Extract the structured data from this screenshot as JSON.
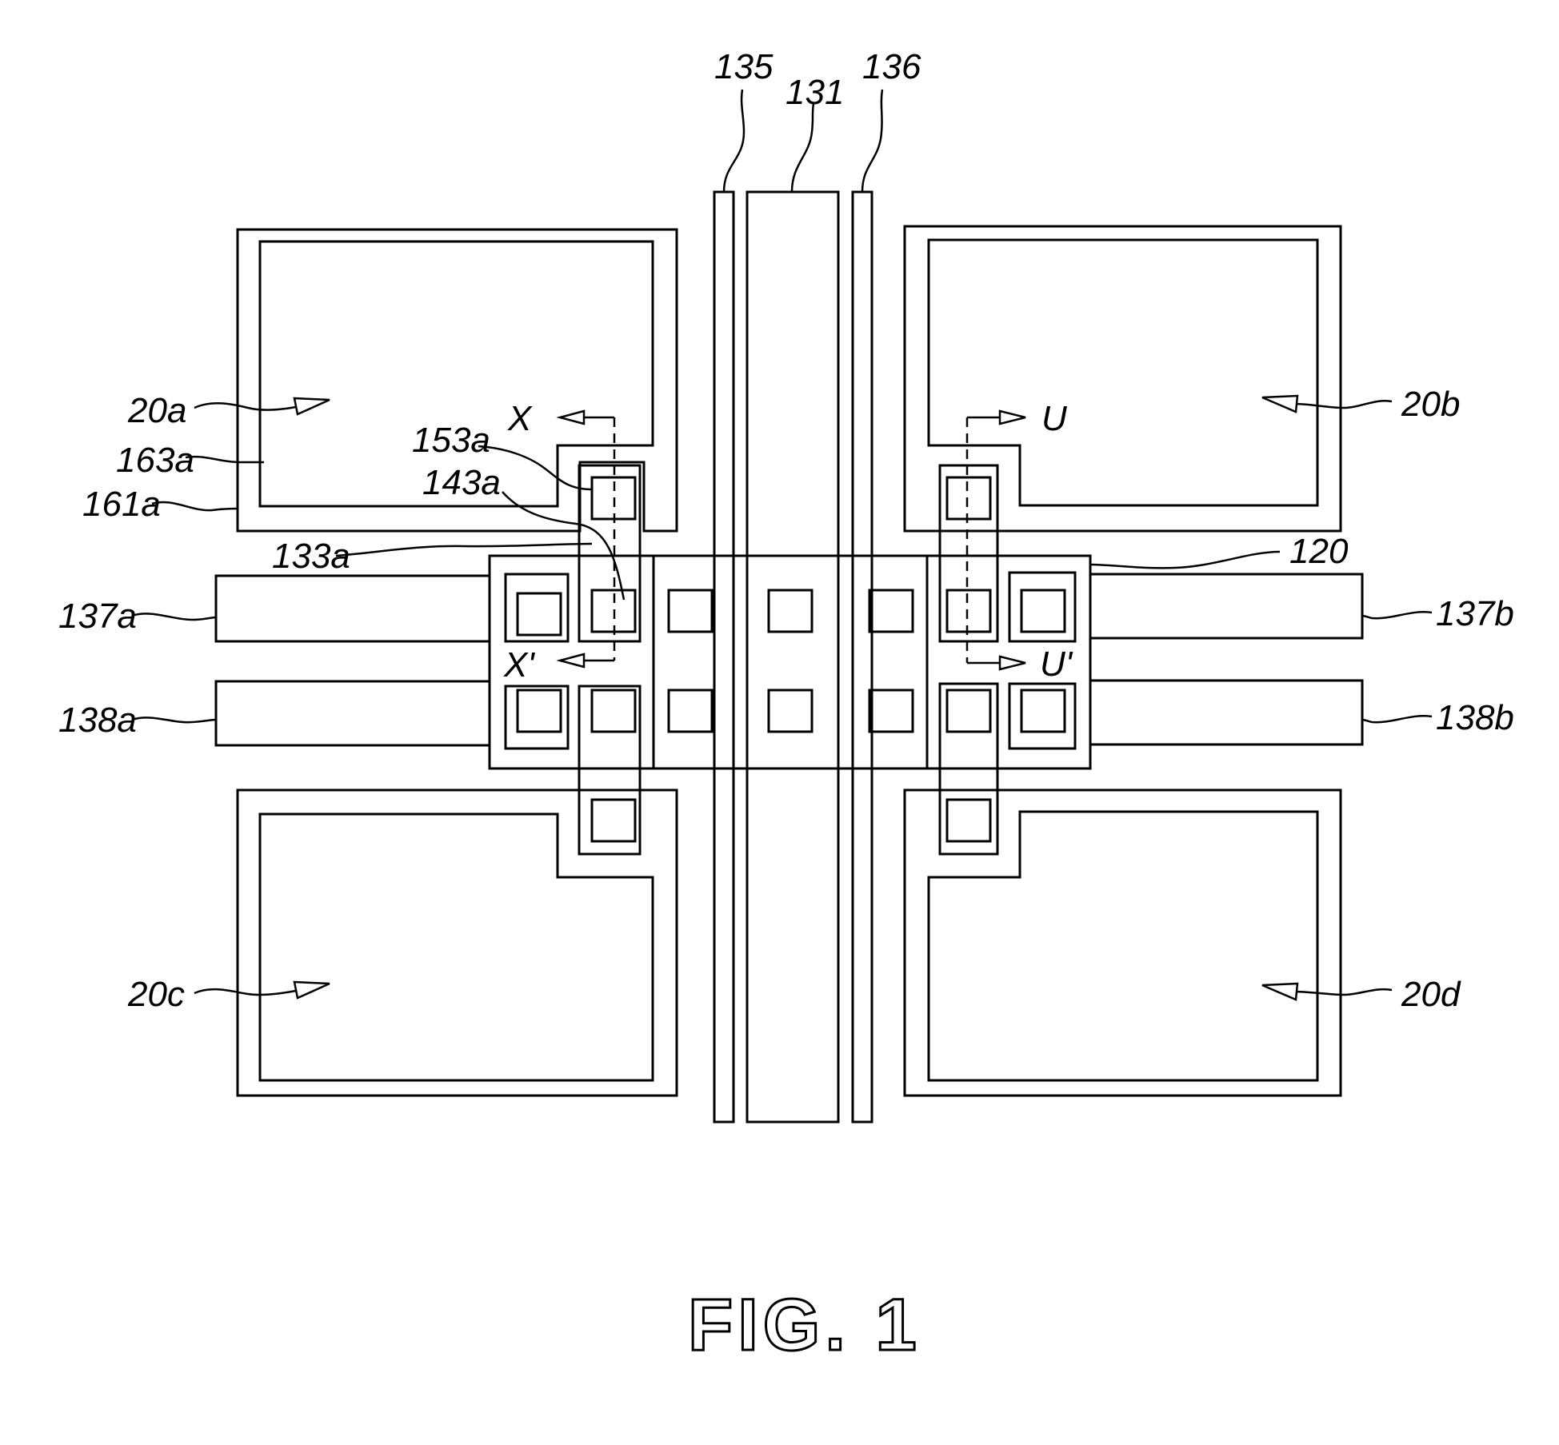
{
  "labels": {
    "l135": "135",
    "l131": "131",
    "l136": "136",
    "l20a": "20a",
    "l20b": "20b",
    "l20c": "20c",
    "l20d": "20d",
    "l163a": "163a",
    "l161a": "161a",
    "l153a": "153a",
    "l143a": "143a",
    "l133a": "133a",
    "l120": "120",
    "l137a": "137a",
    "l137b": "137b",
    "l138a": "138a",
    "l138b": "138b",
    "lX": "X",
    "lXp": "X'",
    "lU": "U",
    "lUp": "U'"
  },
  "caption": "FIG. 1"
}
